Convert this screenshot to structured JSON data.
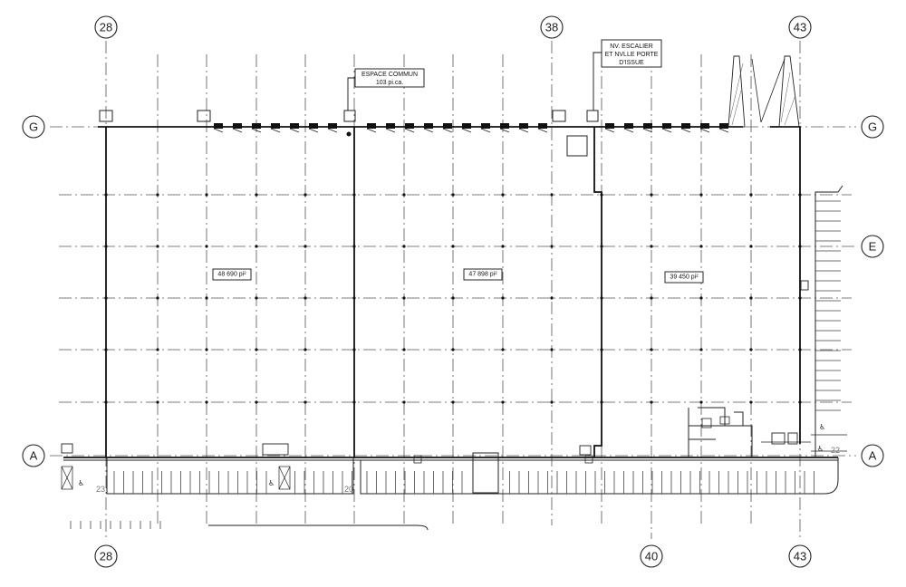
{
  "gridlines": {
    "top": [
      "28",
      "38",
      "43"
    ],
    "bottom": [
      "28",
      "40",
      "43"
    ],
    "left": [
      "G",
      "A"
    ],
    "right": [
      "G",
      "E",
      "A"
    ]
  },
  "areas": [
    {
      "label": "48 690 pi²"
    },
    {
      "label": "47 898 pi²"
    },
    {
      "label": "39 450 pi²"
    }
  ],
  "notes": {
    "common": [
      "ESPACE COMMUN",
      "103 pi.ca."
    ],
    "stair": [
      "NV. ESCALIER",
      "ET NVLLE PORTE",
      "D'ISSUE"
    ]
  },
  "parking_numbers": [
    "23",
    "20",
    "22"
  ],
  "icons": [
    "accessible-parking-icon"
  ]
}
